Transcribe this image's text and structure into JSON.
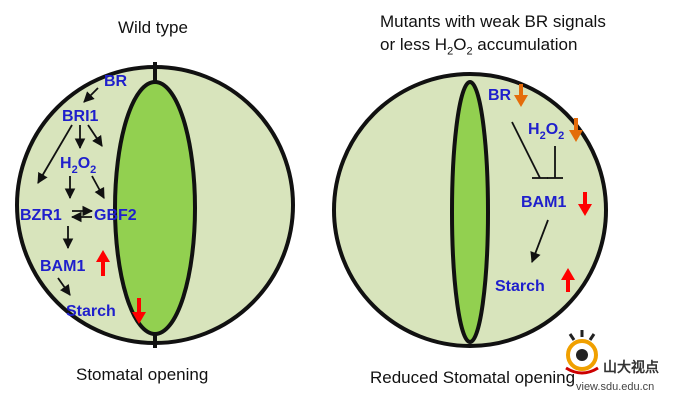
{
  "left_panel": {
    "title": "Wild type",
    "caption": "Stomatal opening",
    "labels": {
      "br": "BR",
      "bri1": "BRI1",
      "h2o2_main": "H",
      "h2o2_sub": "2",
      "h2o2_tail": "O",
      "h2o2_sub2": "2",
      "bzr1": "BZR1",
      "gbf2": "GBF2",
      "bam1": "BAM1",
      "starch": "Starch"
    }
  },
  "right_panel": {
    "title_line1": "Mutants with weak BR signals",
    "title_line2_pre": "or less H",
    "title_line2_sub1": "2",
    "title_line2_mid": "O",
    "title_line2_sub2": "2",
    "title_line2_post": " accumulation",
    "caption": "Reduced Stomatal opening",
    "labels": {
      "br": "BR",
      "h2o2_main": "H",
      "h2o2_sub": "2",
      "h2o2_tail": "O",
      "h2o2_sub2": "2",
      "bam1": "BAM1",
      "starch": "Starch"
    }
  },
  "watermark": {
    "chinese": "山大视点",
    "url": "view.sdu.edu.cn"
  },
  "colors": {
    "cell_fill": "#d8e4bc",
    "pore_fill": "#92d050",
    "label_blue": "#1f1fcc",
    "up_arrow": "#ff0000",
    "down_arrow_red": "#ff0000",
    "down_arrow_orange": "#e46c0a"
  }
}
